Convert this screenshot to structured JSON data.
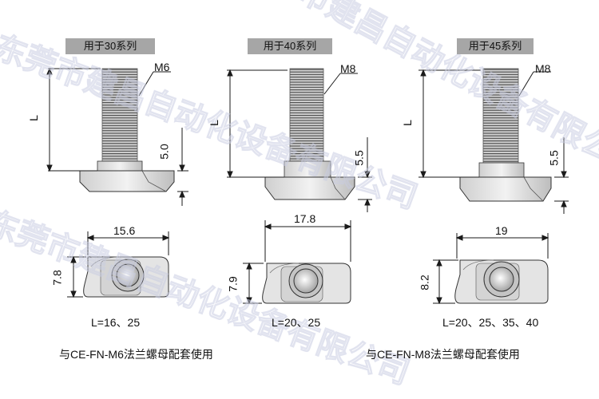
{
  "series": [
    {
      "label": "用于30系列",
      "thread": "M6",
      "length_symbol": "L",
      "head_height": "5.0",
      "width": "15.6",
      "height": "7.8",
      "lengths": "L=16、25"
    },
    {
      "label": "用于40系列",
      "thread": "M8",
      "length_symbol": "L",
      "head_height": "5.5",
      "width": "17.8",
      "height": "7.9",
      "lengths": "L=20、25"
    },
    {
      "label": "用于45系列",
      "thread": "M8",
      "length_symbol": "L",
      "head_height": "5.5",
      "width": "19",
      "height": "8.2",
      "lengths": "L=20、25、35、40"
    }
  ],
  "notes": [
    "与CE-FN-M6法兰螺母配套使用",
    "与CE-FN-M8法兰螺母配套使用"
  ],
  "watermark": "东莞市建昌自动化设备有限公司",
  "colors": {
    "line": "#1a1a1a",
    "label_bg": "#a6a6a6",
    "metal": "#d6d6d6",
    "watermark": "#cfd3e6"
  }
}
